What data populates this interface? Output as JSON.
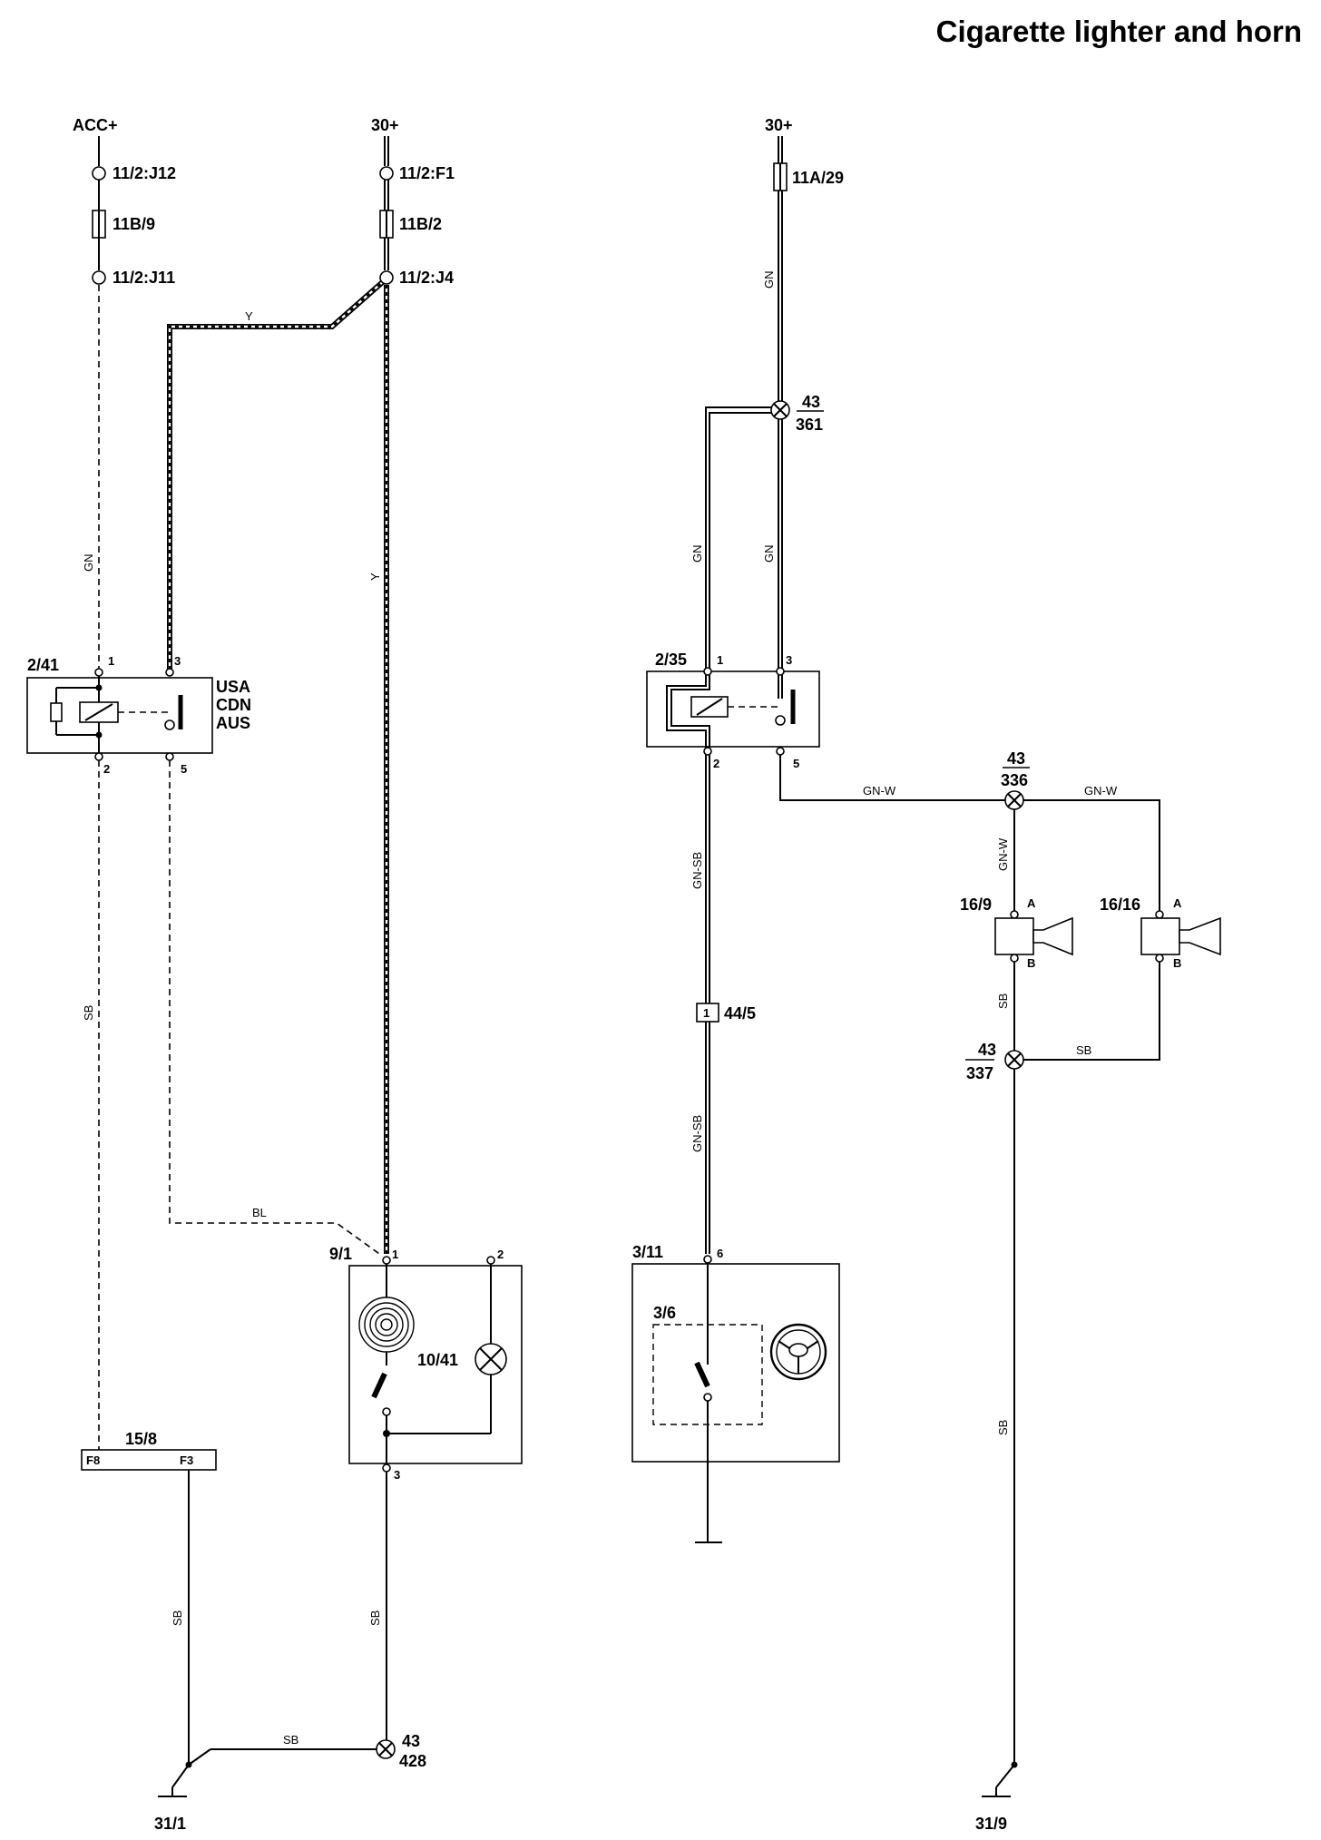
{
  "title": "Cigarette lighter and horn",
  "supplies": {
    "acc": "ACC+",
    "b30_left": "30+",
    "b30_right": "30+"
  },
  "connectors": {
    "j12": "11/2:J12",
    "j11": "11/2:J11",
    "f1": "11/2:F1",
    "j4": "11/2:J4",
    "c15_8": "15/8",
    "f8": "F8",
    "f3": "F3",
    "c44_5": "44/5",
    "c44_5_pin": "1"
  },
  "fuses": {
    "f11b9": "11B/9",
    "f11b2": "11B/2",
    "f11a29": "11A/29"
  },
  "relays": {
    "r241": {
      "id": "2/41",
      "pins": [
        "1",
        "3",
        "2",
        "5"
      ],
      "markets": [
        "USA",
        "CDN",
        "AUS"
      ]
    },
    "r235": {
      "id": "2/35",
      "pins": [
        "1",
        "3",
        "2",
        "5"
      ]
    }
  },
  "components": {
    "lighter": {
      "id": "9/1",
      "lamp": "10/41",
      "pins": [
        "1",
        "2",
        "3"
      ]
    },
    "steering": {
      "id": "3/11",
      "switch": "3/6",
      "pin": "6"
    },
    "horn1": {
      "id": "16/9",
      "pin_a": "A",
      "pin_b": "B"
    },
    "horn2": {
      "id": "16/16",
      "pin_a": "A",
      "pin_b": "B"
    }
  },
  "splices": {
    "s361": {
      "top": "43",
      "bottom": "361"
    },
    "s336": {
      "top": "43",
      "bottom": "336"
    },
    "s337": {
      "top": "43",
      "bottom": "337"
    },
    "s428": {
      "top": "43",
      "bottom": "428"
    }
  },
  "grounds": {
    "g31_1": "31/1",
    "g31_9": "31/9"
  },
  "wires": {
    "gn": "GN",
    "y": "Y",
    "sb": "SB",
    "bl": "BL",
    "gn_sb": "GN-SB",
    "gn_w": "GN-W"
  }
}
